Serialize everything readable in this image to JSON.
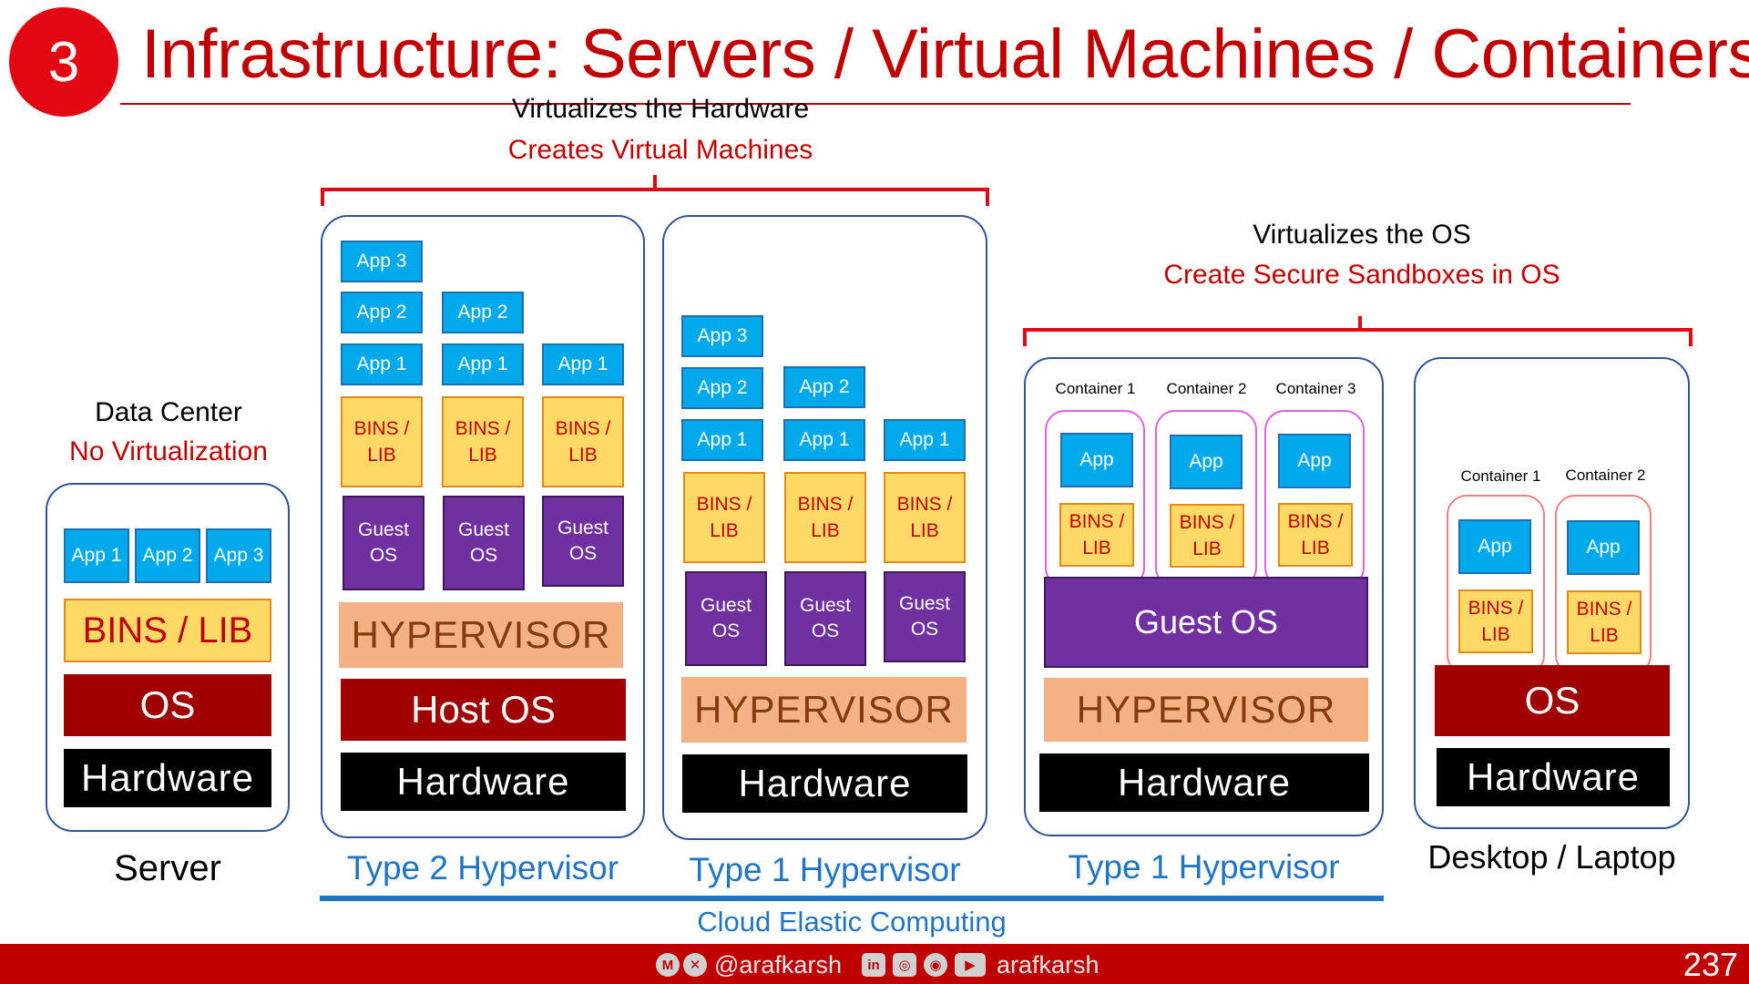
{
  "header": {
    "slide_number": "3",
    "title": "Infrastructure: Servers / Virtual Machines / Containers"
  },
  "vm_group": {
    "line1": "Virtualizes the Hardware",
    "line2": "Creates Virtual Machines"
  },
  "container_group": {
    "line1": "Virtualizes the OS",
    "line2": "Create Secure Sandboxes in OS"
  },
  "server": {
    "heading1": "Data Center",
    "heading2": "No Virtualization",
    "apps": [
      "App 1",
      "App 2",
      "App 3"
    ],
    "bins": "BINS / LIB",
    "os": "OS",
    "hardware": "Hardware",
    "caption": "Server"
  },
  "type2": {
    "apps_col1": [
      "App 3",
      "App 2",
      "App 1"
    ],
    "apps_col2": [
      "App 2",
      "App 1"
    ],
    "apps_col3": [
      "App 1"
    ],
    "bins": "BINS / LIB",
    "guest_os": "Guest OS",
    "hypervisor": "HYPERVISOR",
    "host_os": "Host OS",
    "hardware": "Hardware",
    "caption": "Type 2 Hypervisor"
  },
  "type1": {
    "apps_col1": [
      "App 3",
      "App 2",
      "App 1"
    ],
    "apps_col2": [
      "App 2",
      "App 1"
    ],
    "apps_col3": [
      "App 1"
    ],
    "bins": "BINS / LIB",
    "guest_os": "Guest OS",
    "hypervisor": "HYPERVISOR",
    "hardware": "Hardware",
    "caption": "Type 1 Hypervisor"
  },
  "containers_vm": {
    "containers": [
      "Container 1",
      "Container 2",
      "Container 3"
    ],
    "app": "App",
    "bins": "BINS / LIB",
    "guest_os": "Guest OS",
    "hypervisor": "HYPERVISOR",
    "hardware": "Hardware",
    "caption": "Type 1 Hypervisor"
  },
  "desktop": {
    "containers": [
      "Container 1",
      "Container 2"
    ],
    "app": "App",
    "bins": "BINS / LIB",
    "os": "OS",
    "hardware": "Hardware",
    "caption": "Desktop / Laptop"
  },
  "cloud": {
    "label": "Cloud Elastic Computing"
  },
  "footer": {
    "handle1": "@arafkarsh",
    "handle2": "arafkarsh",
    "page_number": "237",
    "brand_color": "#c00000"
  }
}
